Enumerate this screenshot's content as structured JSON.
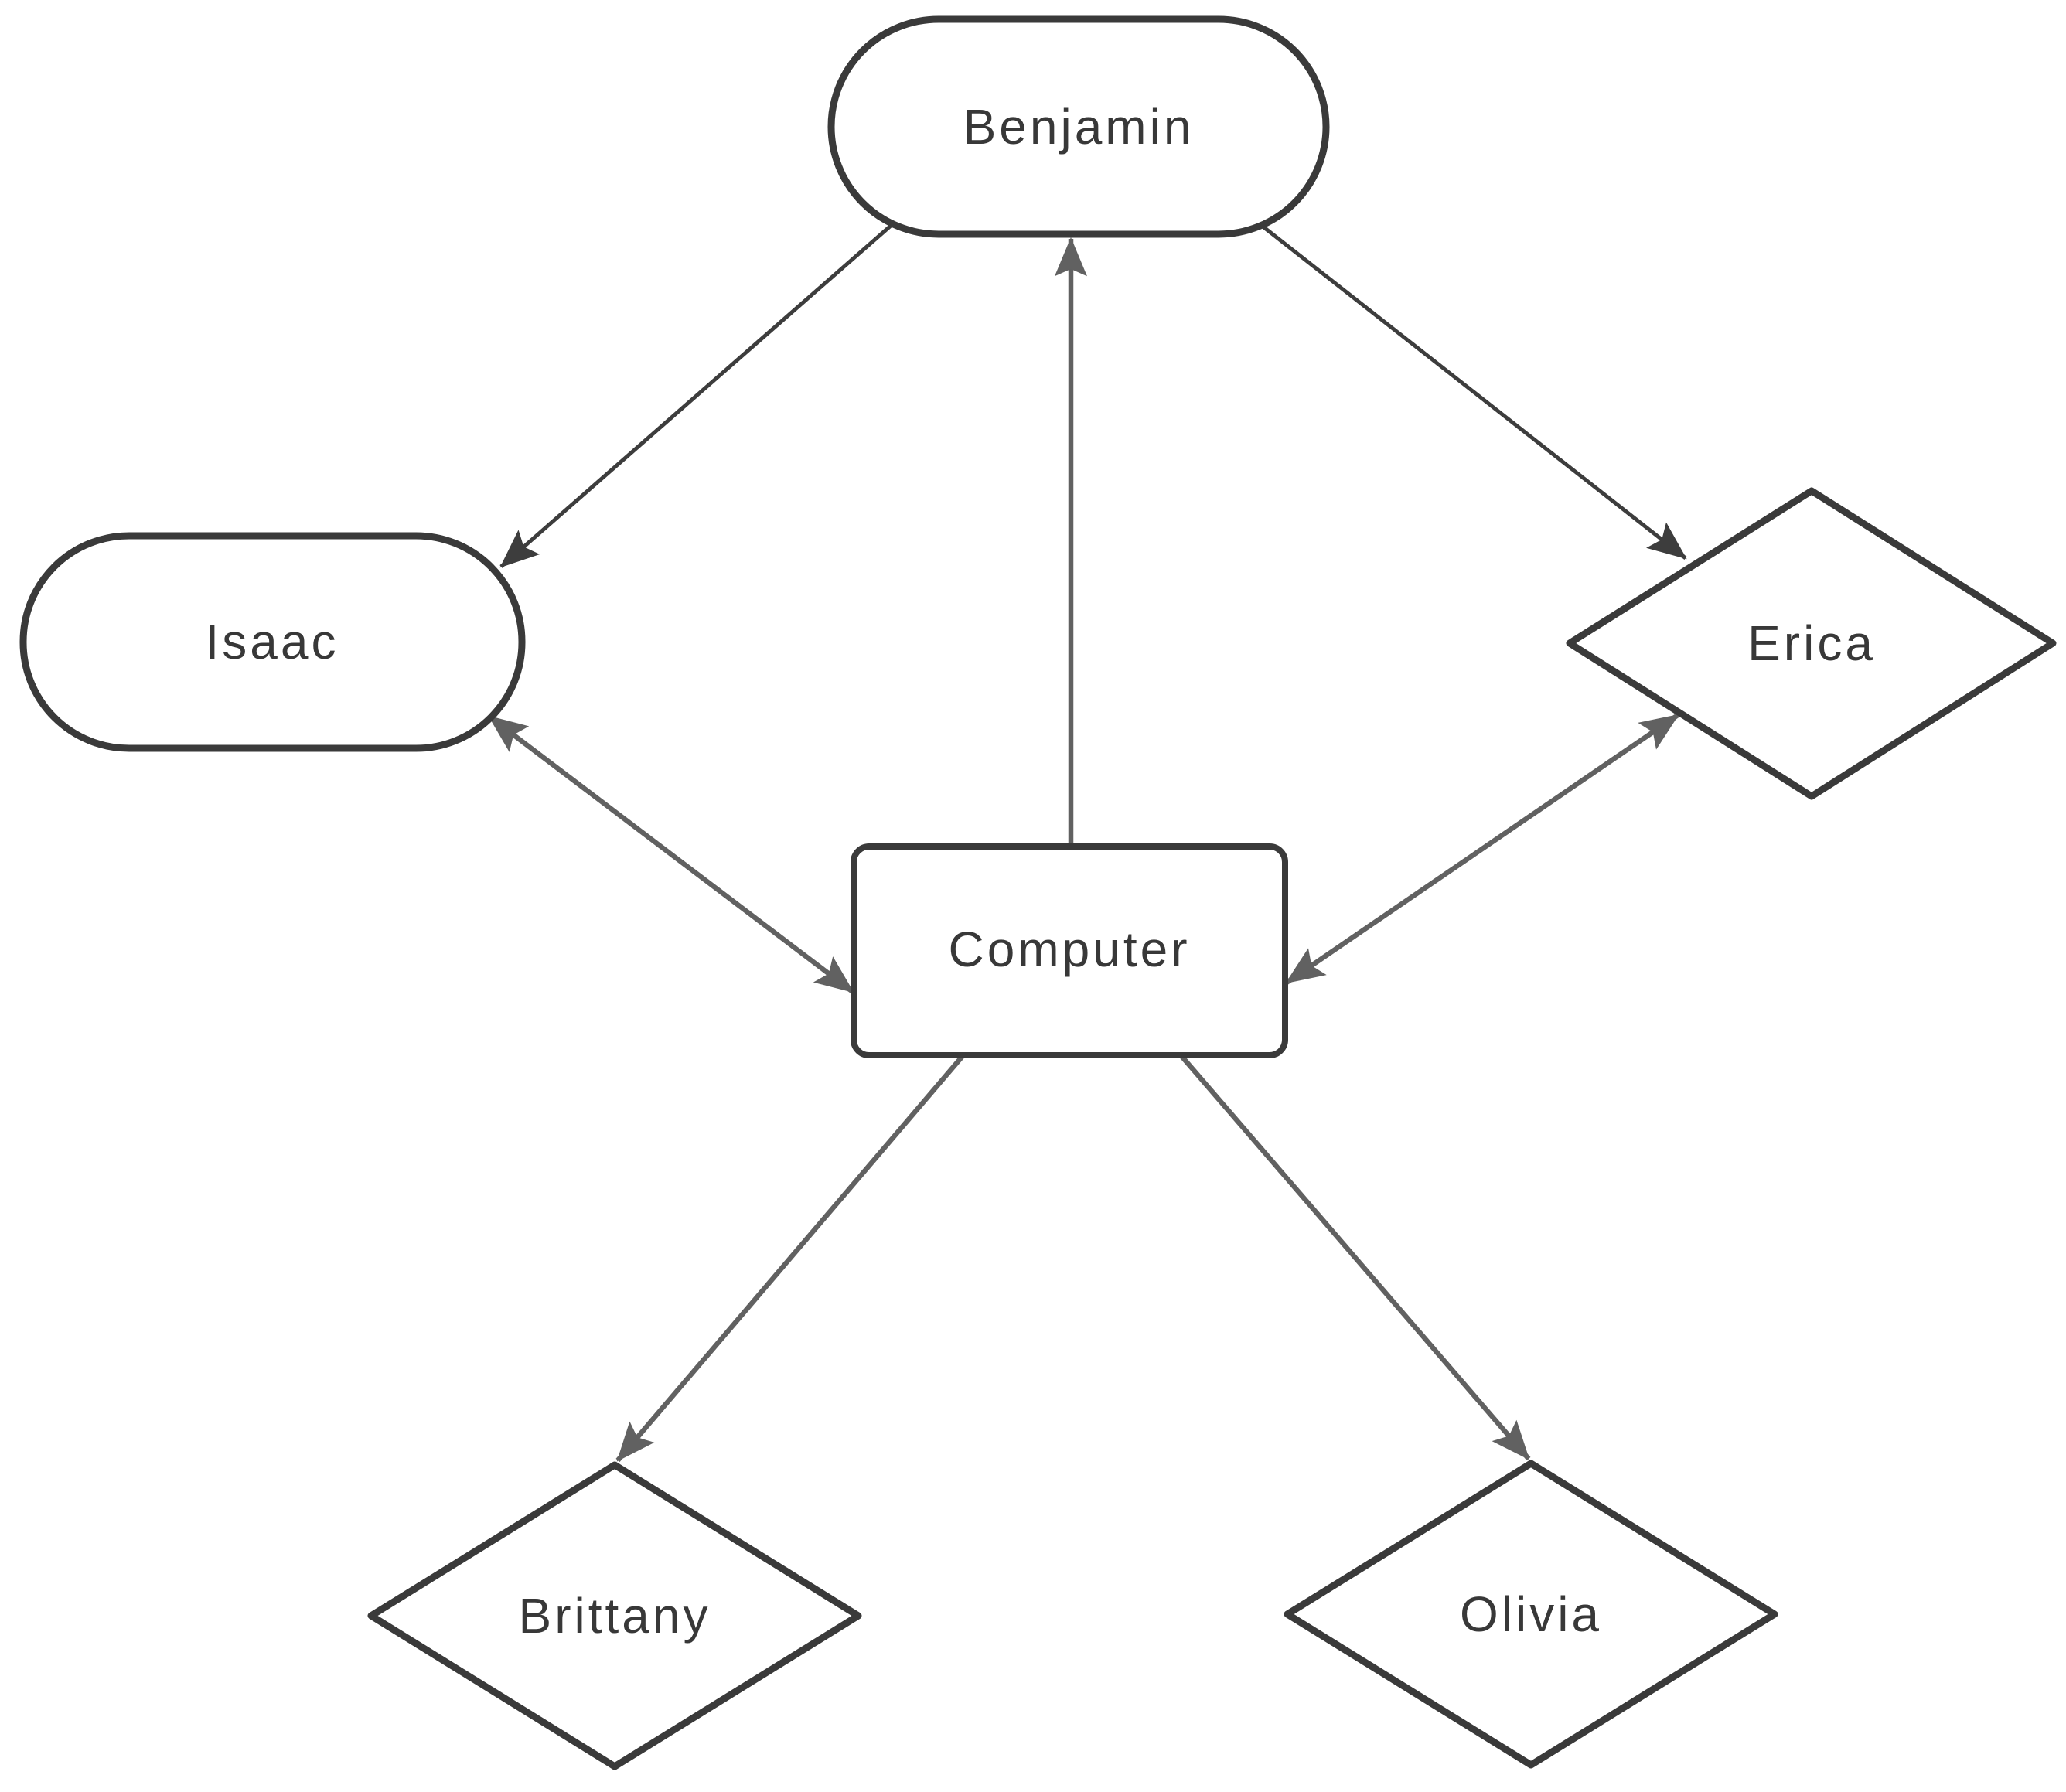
{
  "diagram": {
    "background": "#ffffff",
    "colors": {
      "node_border": "#3a3a3a",
      "node_fill": "#ffffff",
      "label_text": "#383838",
      "edge_dark": "#3d3d3d",
      "edge_gray": "#616161"
    },
    "nodes": [
      {
        "id": "benjamin",
        "label": "Benjamin",
        "shape": "stadium",
        "position": "top-center"
      },
      {
        "id": "isaac",
        "label": "Isaac",
        "shape": "stadium",
        "position": "middle-left"
      },
      {
        "id": "erica",
        "label": "Erica",
        "shape": "diamond",
        "position": "middle-right"
      },
      {
        "id": "computer",
        "label": "Computer",
        "shape": "rectangle",
        "position": "center"
      },
      {
        "id": "brittany",
        "label": "Brittany",
        "shape": "diamond",
        "position": "bottom-left"
      },
      {
        "id": "olivia",
        "label": "Olivia",
        "shape": "diamond",
        "position": "bottom-right"
      }
    ],
    "edges": [
      {
        "from": "benjamin",
        "to": "isaac",
        "bidirectional": false,
        "style": "dark"
      },
      {
        "from": "benjamin",
        "to": "erica",
        "bidirectional": false,
        "style": "dark"
      },
      {
        "from": "computer",
        "to": "benjamin",
        "bidirectional": false,
        "style": "gray"
      },
      {
        "from": "isaac",
        "to": "computer",
        "bidirectional": true,
        "style": "gray"
      },
      {
        "from": "computer",
        "to": "erica",
        "bidirectional": true,
        "style": "gray"
      },
      {
        "from": "computer",
        "to": "brittany",
        "bidirectional": false,
        "style": "gray"
      },
      {
        "from": "computer",
        "to": "olivia",
        "bidirectional": false,
        "style": "gray"
      }
    ]
  }
}
